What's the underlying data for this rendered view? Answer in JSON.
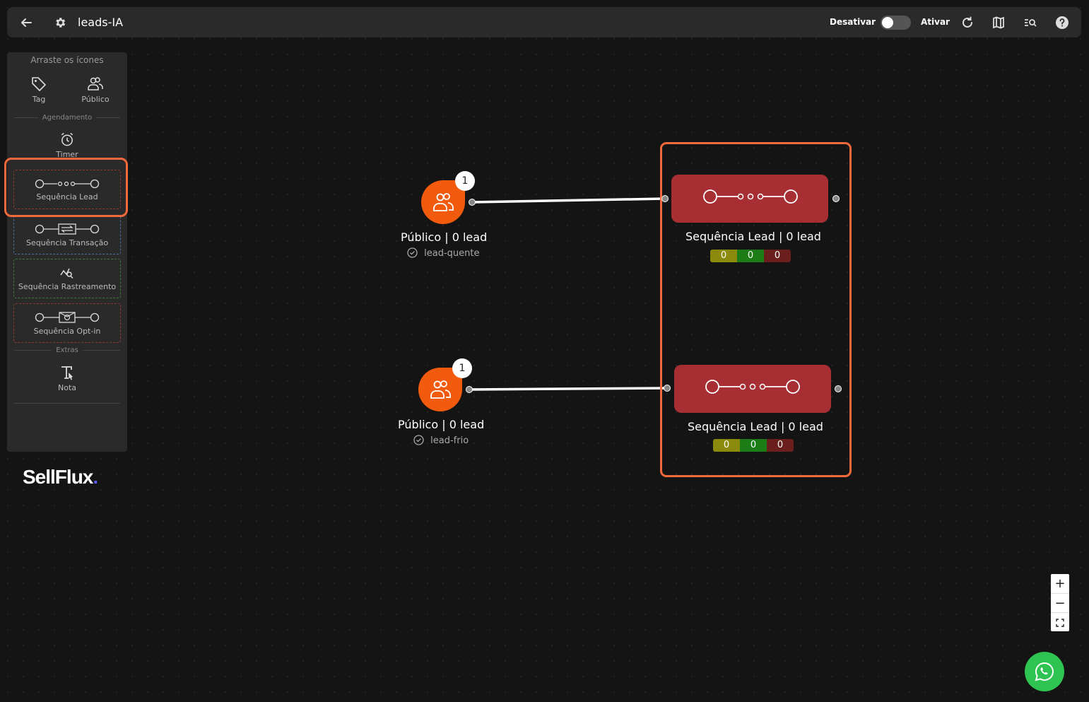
{
  "header": {
    "title": "leads-IA",
    "deactivate_label": "Desativar",
    "activate_label": "Ativar"
  },
  "sidebar": {
    "drag_caption": "Arraste os ícones",
    "tools": {
      "tag_label": "Tag",
      "publico_label": "Público"
    },
    "section_scheduling": "Agendamento",
    "timer_label": "Timer",
    "cards": {
      "seq_lead": "Sequência Lead",
      "seq_transacao": "Sequência Transação",
      "seq_rastreamento": "Sequência Rastreamento",
      "seq_optin": "Sequência Opt-in"
    },
    "section_extras": "Extras",
    "nota_label": "Nota",
    "logo_text": "SellFlux",
    "logo_dot": "."
  },
  "nodes": {
    "publico_1": {
      "badge": "1",
      "title": "Público | 0 lead",
      "tag": "lead-quente"
    },
    "publico_2": {
      "badge": "1",
      "title": "Público | 0 lead",
      "tag": "lead-frio"
    },
    "seq_1": {
      "title": "Sequência Lead | 0 lead",
      "counters": [
        "0",
        "0",
        "0"
      ]
    },
    "seq_2": {
      "title": "Sequência Lead | 0 lead",
      "counters": [
        "0",
        "0",
        "0"
      ]
    }
  },
  "zoom": {
    "in": "+",
    "out": "−"
  },
  "colors": {
    "accent": "#f26a3b",
    "publico_node": "#f25a0e",
    "sequence_node": "#a72f34",
    "whatsapp": "#2fc352"
  }
}
